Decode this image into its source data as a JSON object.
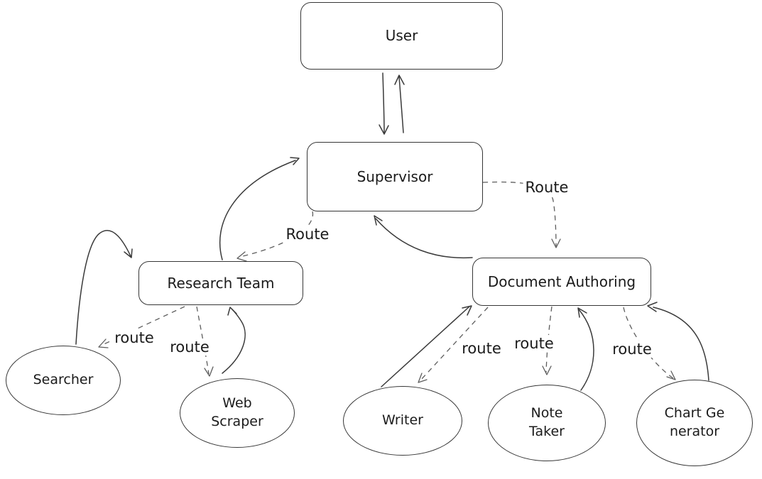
{
  "diagram": {
    "description": "Hand-drawn style multi-agent hierarchy diagram",
    "colors": {
      "background": "#ffffff",
      "solid_stroke": "#3a3a3a",
      "dashed_stroke": "#5d5d5d",
      "text": "#1b1b1b"
    },
    "nodes": {
      "user": {
        "label": "User",
        "shape": "rounded-rectangle"
      },
      "supervisor": {
        "label": "Supervisor",
        "shape": "rounded-rectangle"
      },
      "research_team": {
        "label": "Research Team",
        "shape": "rounded-rectangle"
      },
      "document_authoring": {
        "label": "Document Authoring",
        "shape": "rounded-rectangle"
      },
      "searcher": {
        "label": "Searcher",
        "shape": "ellipse"
      },
      "web_scraper": {
        "label": "Web Scraper",
        "shape": "ellipse"
      },
      "writer": {
        "label": "Writer",
        "shape": "ellipse"
      },
      "note_taker": {
        "label": "Note Taker",
        "shape": "ellipse"
      },
      "chart_generator": {
        "label": "Chart Generator",
        "shape": "ellipse"
      }
    },
    "edges": [
      {
        "from": "user",
        "to": "supervisor",
        "style": "solid",
        "label": ""
      },
      {
        "from": "supervisor",
        "to": "user",
        "style": "solid",
        "label": ""
      },
      {
        "from": "supervisor",
        "to": "research_team",
        "style": "dashed",
        "label": "Route"
      },
      {
        "from": "research_team",
        "to": "supervisor",
        "style": "solid",
        "label": ""
      },
      {
        "from": "supervisor",
        "to": "document_authoring",
        "style": "dashed",
        "label": "Route"
      },
      {
        "from": "document_authoring",
        "to": "supervisor",
        "style": "solid",
        "label": ""
      },
      {
        "from": "research_team",
        "to": "searcher",
        "style": "dashed",
        "label": "route"
      },
      {
        "from": "searcher",
        "to": "research_team",
        "style": "solid",
        "label": ""
      },
      {
        "from": "research_team",
        "to": "web_scraper",
        "style": "dashed",
        "label": "route"
      },
      {
        "from": "web_scraper",
        "to": "research_team",
        "style": "solid",
        "label": ""
      },
      {
        "from": "document_authoring",
        "to": "writer",
        "style": "dashed",
        "label": "route"
      },
      {
        "from": "writer",
        "to": "document_authoring",
        "style": "solid",
        "label": ""
      },
      {
        "from": "document_authoring",
        "to": "note_taker",
        "style": "dashed",
        "label": "route"
      },
      {
        "from": "note_taker",
        "to": "document_authoring",
        "style": "solid",
        "label": ""
      },
      {
        "from": "document_authoring",
        "to": "chart_generator",
        "style": "dashed",
        "label": "route"
      },
      {
        "from": "chart_generator",
        "to": "document_authoring",
        "style": "solid",
        "label": ""
      }
    ]
  }
}
